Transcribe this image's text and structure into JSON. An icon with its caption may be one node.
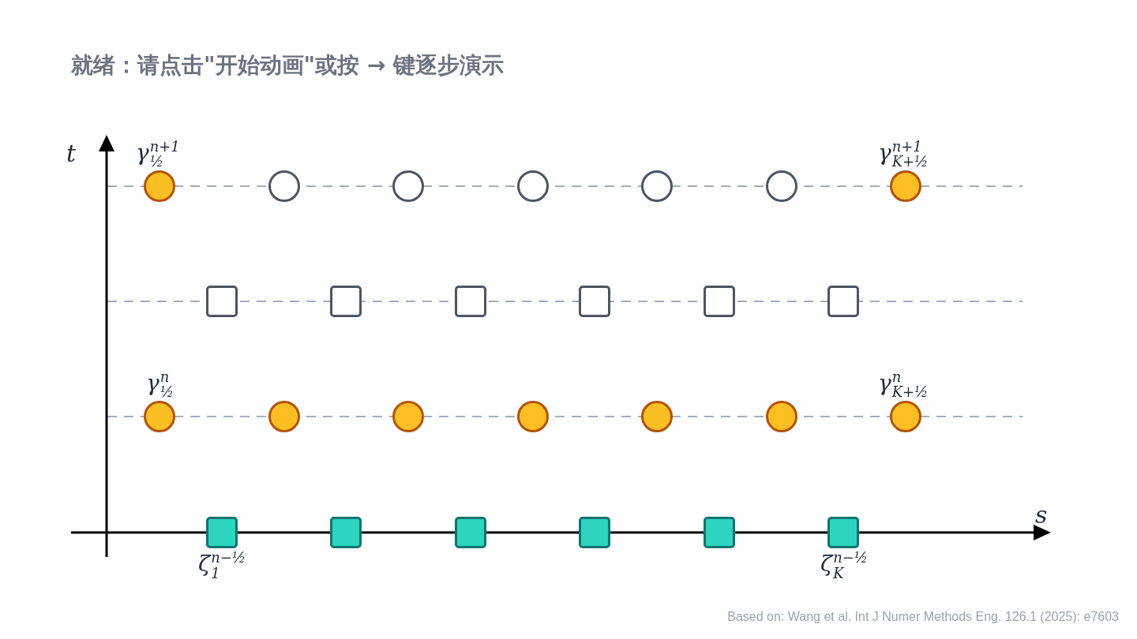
{
  "diagram": {
    "title": "就绪：请点击\"开始动画\"或按 → 键逐步演示",
    "caption": "Based on: Wang et al. Int J Numer Methods Eng. 126.1 (2025): e7603",
    "nodes": [
      {
        "text": [],
        "shape": "circle",
        "beside": [
          "γ$^{n+1}$$_{½}$"
        ]
      },
      {
        "text": [],
        "shape": "circle"
      },
      {
        "text": [],
        "shape": "circle"
      },
      {
        "text": [],
        "shape": "circle"
      },
      {
        "text": [],
        "shape": "circle"
      },
      {
        "text": [],
        "shape": "circle"
      },
      {
        "text": [],
        "shape": "circle",
        "beside": [
          "γ$^{n+1}$$_{K+½}$"
        ]
      },
      {
        "text": [],
        "shape": "box"
      },
      {
        "text": [],
        "shape": "box"
      },
      {
        "text": [],
        "shape": "box"
      },
      {
        "text": [],
        "shape": "box"
      },
      {
        "text": [],
        "shape": "box"
      },
      {
        "text": [],
        "shape": "box"
      },
      {
        "text": [],
        "shape": "circle",
        "beside": [
          "γ$^{n}$$_{½}$"
        ]
      },
      {
        "text": [],
        "shape": "circle"
      },
      {
        "text": [],
        "shape": "circle"
      },
      {
        "text": [],
        "shape": "circle"
      },
      {
        "text": [],
        "shape": "circle"
      },
      {
        "text": [],
        "shape": "circle"
      },
      {
        "text": [],
        "shape": "circle",
        "beside": [
          "γ$^{n}$$_{K+½}$"
        ]
      },
      {
        "text": [],
        "shape": "box",
        "beside": [
          "ζ$^{n−½}$$_{1}$"
        ]
      },
      {
        "text": [],
        "shape": "box"
      },
      {
        "text": [],
        "shape": "box"
      },
      {
        "text": [],
        "shape": "box"
      },
      {
        "text": [],
        "shape": "box"
      },
      {
        "text": [],
        "shape": "box",
        "beside": [
          "ζ$^{n−½}$$_{K}$"
        ]
      }
    ],
    "labels": [
      "t",
      "s"
    ]
  }
}
